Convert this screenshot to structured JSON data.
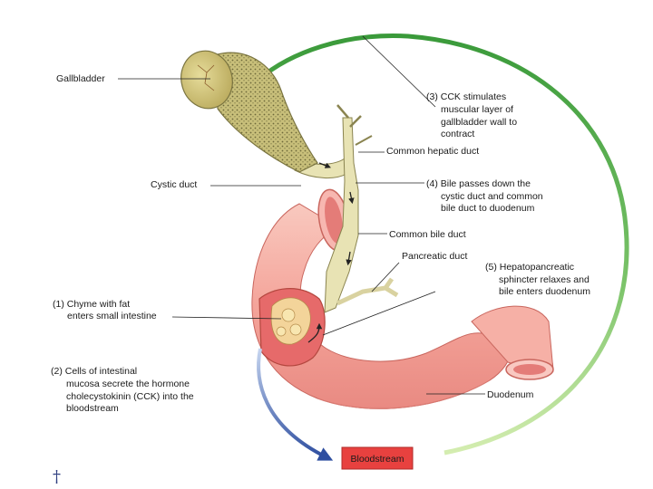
{
  "labels": {
    "gallbladder": "Gallbladder",
    "cystic_duct": "Cystic duct",
    "common_hepatic_duct": "Common hepatic duct",
    "common_bile_duct": "Common bile duct",
    "pancreatic_duct": "Pancreatic duct",
    "duodenum": "Duodenum",
    "bloodstream": "Bloodstream"
  },
  "steps": {
    "step1": [
      "(1) Chyme with fat",
      "enters small intestine"
    ],
    "step2": [
      "(2) Cells of intestinal",
      "mucosa secrete the hormone",
      "cholecystokinin (CCK) into the",
      "bloodstream"
    ],
    "step3": [
      "(3) CCK stimulates",
      "muscular layer of",
      "gallbladder wall to",
      "contract"
    ],
    "step4": [
      "(4) Bile passes down the",
      "cystic duct and common",
      "bile duct to duodenum"
    ],
    "step5": [
      "(5) Hepatopancreatic",
      "sphincter relaxes and",
      "bile enters duodenum"
    ]
  },
  "colors": {
    "intestine": "#f4a9a0",
    "gallbladder": "#c9b86a",
    "duct": "#e8e3b4",
    "bloodstream_box": "#e8413f",
    "cck_arrow_start": "#3a9a3a",
    "cck_arrow_end": "#c8e6a0",
    "blood_arrow": "#2f4fa0"
  },
  "signature_mark": "†"
}
